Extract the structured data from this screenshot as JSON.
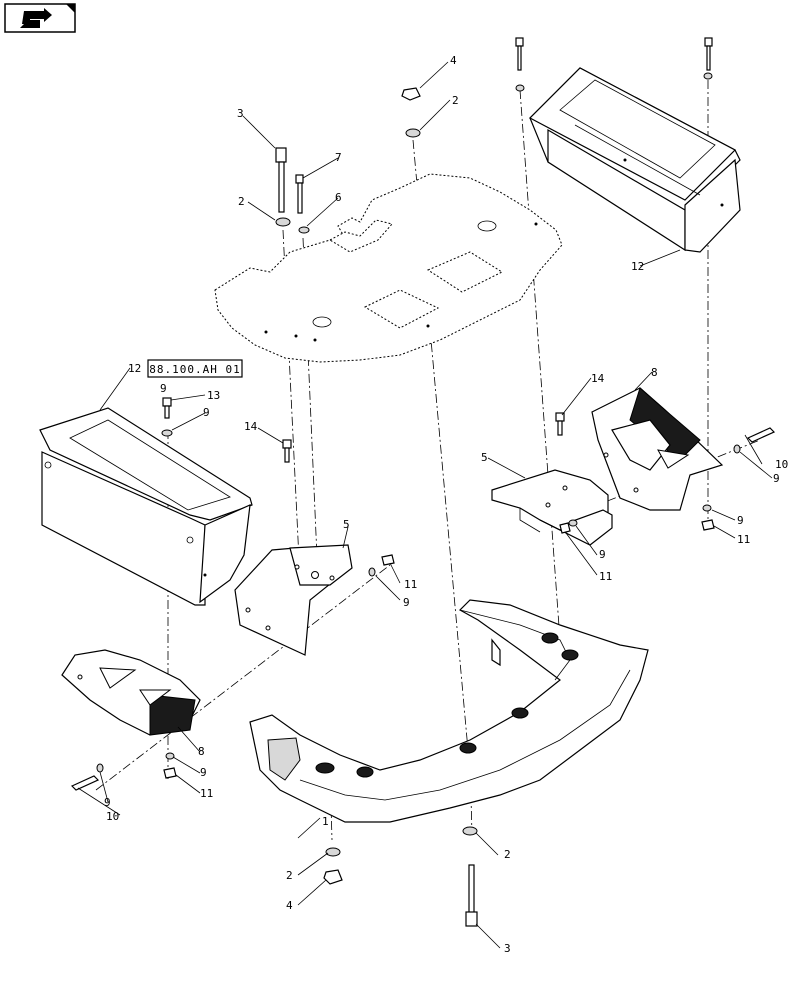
{
  "nav": {
    "icon": "manual-navigation-icon"
  },
  "reference": {
    "text": "88.100.AH 01"
  },
  "callouts": [
    {
      "id": "c1",
      "text": "1"
    },
    {
      "id": "c2a",
      "text": "2"
    },
    {
      "id": "c2b",
      "text": "2"
    },
    {
      "id": "c2c",
      "text": "2"
    },
    {
      "id": "c2d",
      "text": "2"
    },
    {
      "id": "c3a",
      "text": "3"
    },
    {
      "id": "c3b",
      "text": "3"
    },
    {
      "id": "c4a",
      "text": "4"
    },
    {
      "id": "c4b",
      "text": "4"
    },
    {
      "id": "c5a",
      "text": "5"
    },
    {
      "id": "c5b",
      "text": "5"
    },
    {
      "id": "c6",
      "text": "6"
    },
    {
      "id": "c7",
      "text": "7"
    },
    {
      "id": "c8a",
      "text": "8"
    },
    {
      "id": "c8b",
      "text": "8"
    },
    {
      "id": "c9a",
      "text": "9"
    },
    {
      "id": "c9b",
      "text": "9"
    },
    {
      "id": "c9c",
      "text": "9"
    },
    {
      "id": "c9d",
      "text": "9"
    },
    {
      "id": "c9e",
      "text": "9"
    },
    {
      "id": "c9f",
      "text": "9"
    },
    {
      "id": "c9g",
      "text": "9"
    },
    {
      "id": "c9h",
      "text": "9"
    },
    {
      "id": "c10a",
      "text": "10"
    },
    {
      "id": "c10b",
      "text": "10"
    },
    {
      "id": "c11a",
      "text": "11"
    },
    {
      "id": "c11b",
      "text": "11"
    },
    {
      "id": "c11c",
      "text": "11"
    },
    {
      "id": "c11d",
      "text": "11"
    },
    {
      "id": "c12a",
      "text": "12"
    },
    {
      "id": "c12b",
      "text": "12"
    },
    {
      "id": "c13",
      "text": "13"
    },
    {
      "id": "c14a",
      "text": "14"
    },
    {
      "id": "c14b",
      "text": "14"
    }
  ]
}
